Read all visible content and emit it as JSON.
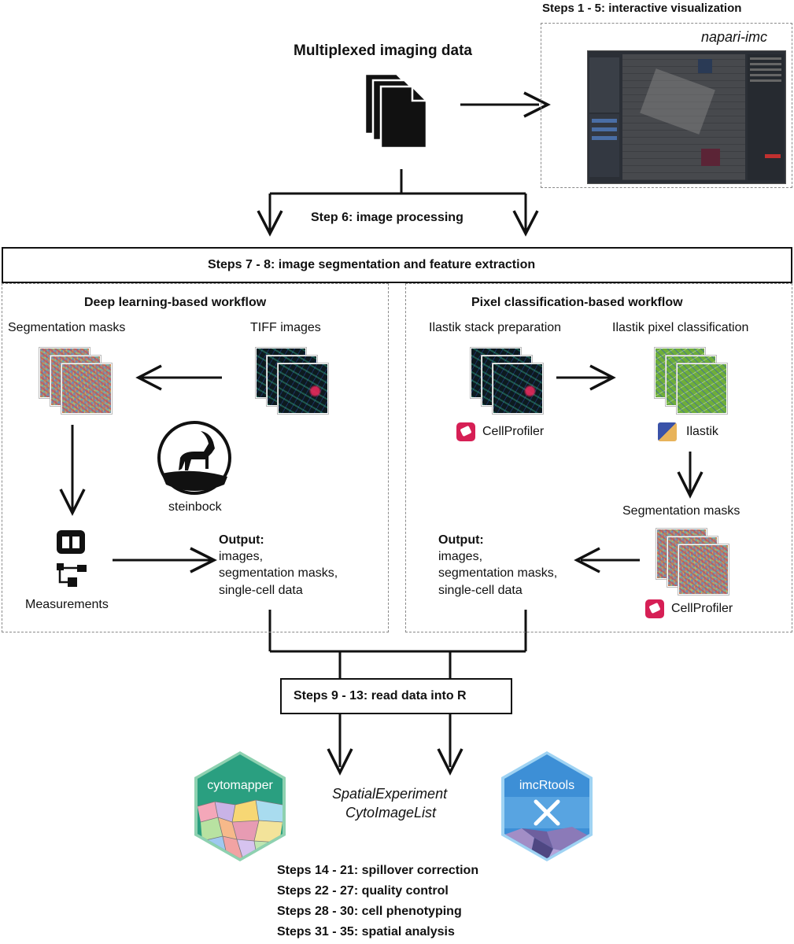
{
  "diagram": {
    "input_title": "Multiplexed imaging data",
    "viz_heading": "Steps 1 - 5: interactive visualization",
    "viz_tool": "napari-imc",
    "step6": "Step 6: image processing",
    "step7_8": "Steps 7 - 8: image segmentation and feature extraction",
    "deep": {
      "title": "Deep learning-based workflow",
      "seg_masks": "Segmentation masks",
      "tiff": "TIFF images",
      "tool": "steinbock",
      "measurements": "Measurements",
      "output_label": "Output:",
      "output_lines": [
        "images,",
        "segmentation masks,",
        "single-cell data"
      ]
    },
    "pixel": {
      "title": "Pixel classification-based workflow",
      "stack_prep": "Ilastik stack preparation",
      "pixel_class": "Ilastik pixel classification",
      "cellprofiler": "CellProfiler",
      "ilastik": "Ilastik",
      "seg_masks": "Segmentation masks",
      "cellprofiler2": "CellProfiler",
      "output_label": "Output:",
      "output_lines": [
        "images,",
        "segmentation masks,",
        "single-cell data"
      ]
    },
    "step9_13": "Steps 9 - 13: read data into R",
    "r_objects": [
      "SpatialExperiment",
      "CytoImageList"
    ],
    "pkg_left": "cytomapper",
    "pkg_right": "imcRtools",
    "later_steps": [
      "Steps 14 - 21: spillover correction",
      "Steps 22 - 27: quality control",
      "Steps 28 - 30: cell phenotyping",
      "Steps 31 - 35: spatial analysis"
    ]
  },
  "colors": {
    "line": "#111111",
    "dash_border": "#8a8a8a",
    "cytomapper_hex": "#2a9f80",
    "cytomapper_border": "#8ed1b0",
    "imcrtools_hex": "#3d8fd6",
    "imcrtools_border": "#9fd3f3",
    "cellprofiler_icon": "#d61f55"
  }
}
